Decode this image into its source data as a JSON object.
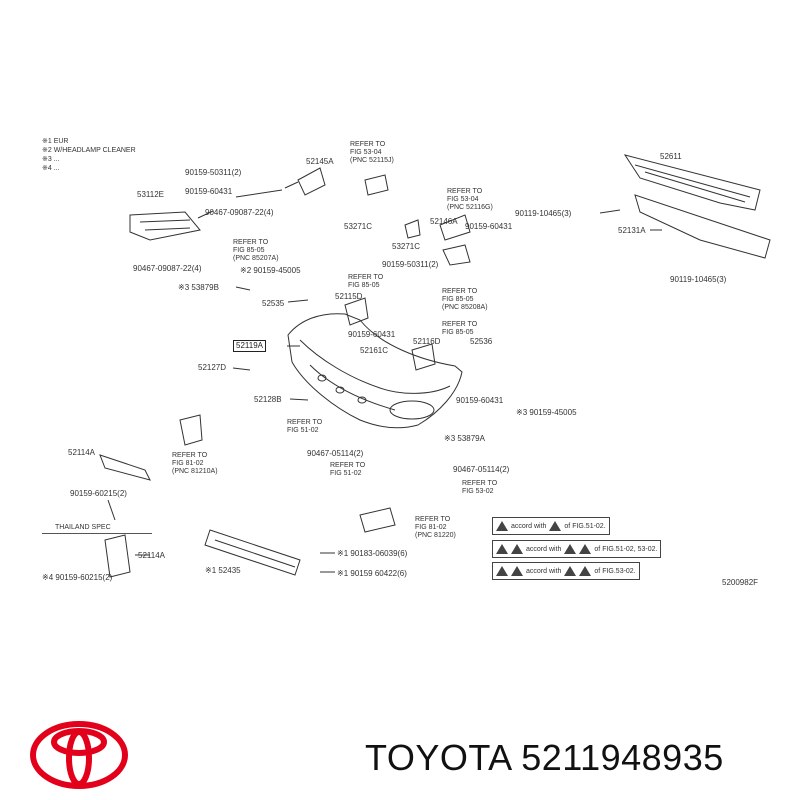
{
  "notes": {
    "line1": "※1 EUR",
    "line2": "※2 W/HEADLAMP CLEANER",
    "line3": "※3 ...",
    "line4": "※4 ..."
  },
  "labels": {
    "p52145A": "52145A",
    "p90159_50311_2a": "90159-50311(2)",
    "p90159_60431": "90159-60431",
    "p53112E": "53112E",
    "p90467_09087_22_4": "90467-09087-22(4)",
    "p90467_09087_22_4b": "90467-09087-22(4)",
    "p53879B": "※3 53879B",
    "p52535": "52535",
    "p52115D": "52115D",
    "p90159_60431b": "90159-60431",
    "p52119A": "52119A",
    "p52161C": "52161C",
    "p52127D": "52127D",
    "p52128B": "52128B",
    "p53271C": "53271C",
    "p53271C_b": "53271C",
    "p52146A": "52146A",
    "p90159_60431c": "90159-60431",
    "p90159_50311_2b": "90159-50311(2)",
    "p52116D": "52116D",
    "p52536": "52536",
    "p90159_60431d": "90159-60431",
    "p90159_45005": "※3 90159-45005",
    "p53879A": "※3 53879A",
    "p90467_05114_2": "90467-05114(2)",
    "p90467_05114_2b": "90467-05114(2)",
    "p52611": "52611",
    "p90119_10465_3": "90119-10465(3)",
    "p52131A": "52131A",
    "p90119_10465_3b": "90119-10465(3)",
    "p52114A": "52114A",
    "p90159_60215_2": "90159-60215(2)",
    "p52114A_b": "52114A",
    "p90159_60215_2b": "※4 90159-60215(2)",
    "p52435": "※1 52435",
    "p90183_06039": "※1 90183-06039(6)",
    "p90159_60422": "※1 90159 60422(6)",
    "p90159_45005b": "※2 90159-45005",
    "fig_code": "5200982F"
  },
  "refs": {
    "r1": "REFER TO\nFIG 53-04\n(PNC 52115J)",
    "r2": "REFER TO\nFIG 53-04\n(PNC 52116G)",
    "r3": "REFER TO\nFIG 85-05\n(PNC 85207A)",
    "r4": "REFER TO\nFIG 85-05",
    "r5": "REFER TO\nFIG 85-05\n(PNC 85208A)",
    "r6": "REFER TO\nFIG 85-05",
    "r7": "REFER TO\nFIG 51-02",
    "r8": "REFER TO\nFIG 81-02\n(PNC 81210A)",
    "r9": "REFER TO\nFIG 51-02",
    "r10": "REFER TO\nFIG 53-02",
    "r11": "REFER TO\nFIG 81-02\n(PNC 81220)",
    "r12": "THAILAND SPEC"
  },
  "legend": {
    "row1_a": "accord with",
    "row1_b": "of FIG.51-02.",
    "row2_a": "accord with",
    "row2_b": "of FIG.51-02, 53-02.",
    "row3_a": "accord with",
    "row3_b": "of FIG.53-02."
  },
  "brand": {
    "text": "TOYOTA 5211948935",
    "logo_color": "#e2001a"
  }
}
